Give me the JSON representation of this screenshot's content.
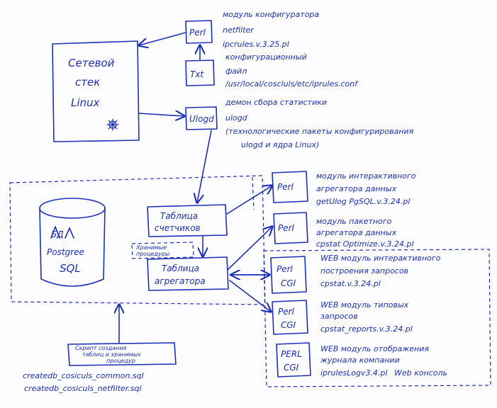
{
  "linux_stack": {
    "line1": "Сетевой",
    "line2": "стек",
    "line3": "Linux"
  },
  "perl_netfilter": {
    "box": "Perl",
    "line1": "модуль конфигуратора",
    "line2": "netfilter",
    "line3": "ipcrules.v.3.25.pl"
  },
  "txt_config": {
    "box": "Txt",
    "line1": "конфигурационный",
    "line2": "файл",
    "line3": "/usr/local/coscluls/etc/iprules.conf"
  },
  "ulogd": {
    "box": "Ulogd",
    "line1": "демон сбора статистики",
    "line2": "ulogd",
    "line3": "(технологические пакеты конфигурирования",
    "line4": "ulogd и ядра Linux)"
  },
  "db": {
    "label1": "БД",
    "label2": "Postgree",
    "label3": "SQL"
  },
  "table_counters": {
    "line1": "Таблица",
    "line2": "счетчиков"
  },
  "stored_proc": {
    "line1": "Хранимые",
    "line2": "процедуры"
  },
  "table_aggregator": {
    "line1": "Таблица",
    "line2": "агрегатора"
  },
  "perl_interactive": {
    "box": "Perl",
    "line1": "модуль интерактивного",
    "line2": "агрегатора данных",
    "line3": "getUlog PgSQL.v.3.24.pl"
  },
  "perl_batch": {
    "box": "Perl",
    "line1": "модуль пакетного",
    "line2": "агрегатора данных",
    "line3": "cpstat Optimize.v.3.24.pl"
  },
  "cgi_interactive": {
    "box1": "Perl",
    "box2": "CGI",
    "line1": "WEB модуль интерактивного",
    "line2": "построения запросов",
    "line3": "cpstat.v.3.24.pl"
  },
  "cgi_reports": {
    "box1": "Perl",
    "box2": "CGI",
    "line1": "WEB модуль типовых",
    "line2": "запросов",
    "line3": "cpstat_reports.v.3.24.pl"
  },
  "cgi_console": {
    "box1": "PERL",
    "box2": "CGI",
    "line1": "WEB модуль отображения",
    "line2": "журнала компании",
    "line3": "iprulesLogv3.4.pl",
    "line3b": "Web консоль"
  },
  "scripts": {
    "line1": "Скрипт создания",
    "line2": "таблиц и хранимых",
    "line3": "процедур",
    "file1": "createdb_cosiculs_common.sql",
    "file2": "createdb_cosiculs_netfilter.sql"
  },
  "colors": {
    "ink": "#1b2fb8",
    "paper": "#fdfdff"
  }
}
